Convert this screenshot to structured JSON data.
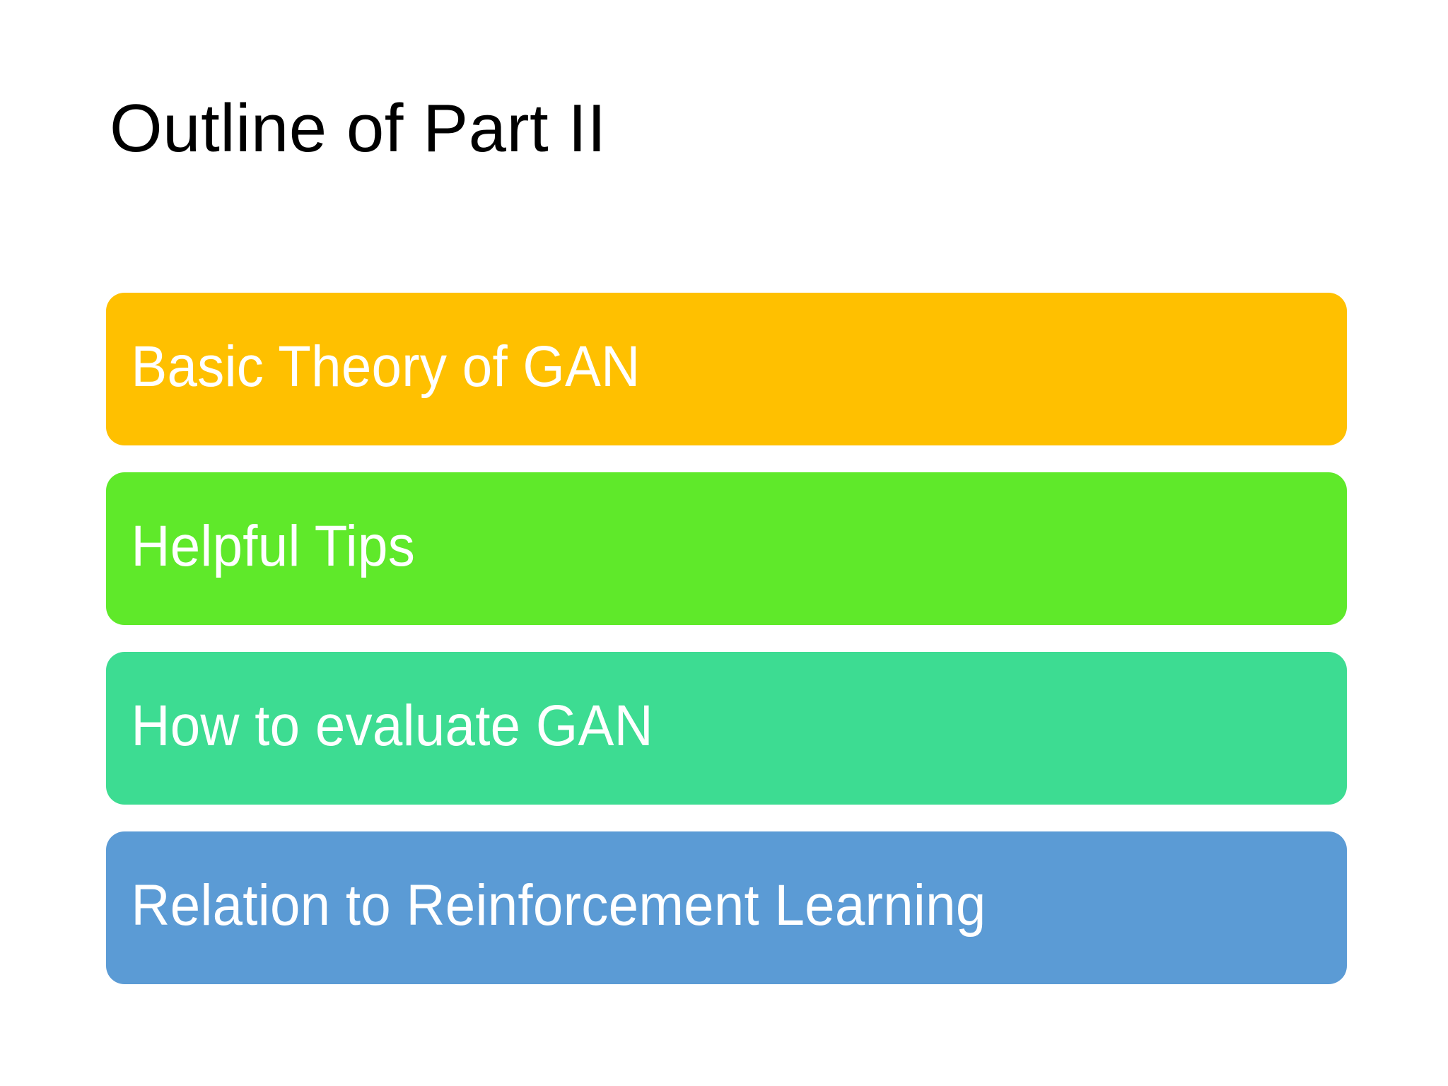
{
  "slide": {
    "title": "Outline of Part II",
    "background_color": "#FFFFFF",
    "title_color": "#000000",
    "text_color": "#FFFFFF",
    "items": [
      {
        "label": "Basic Theory of GAN",
        "color": "#FFC000"
      },
      {
        "label": "Helpful Tips",
        "color": "#5FE92A"
      },
      {
        "label": "How to evaluate GAN",
        "color": "#3DDC92"
      },
      {
        "label": "Relation to Reinforcement Learning",
        "color": "#5B9BD5"
      }
    ]
  }
}
